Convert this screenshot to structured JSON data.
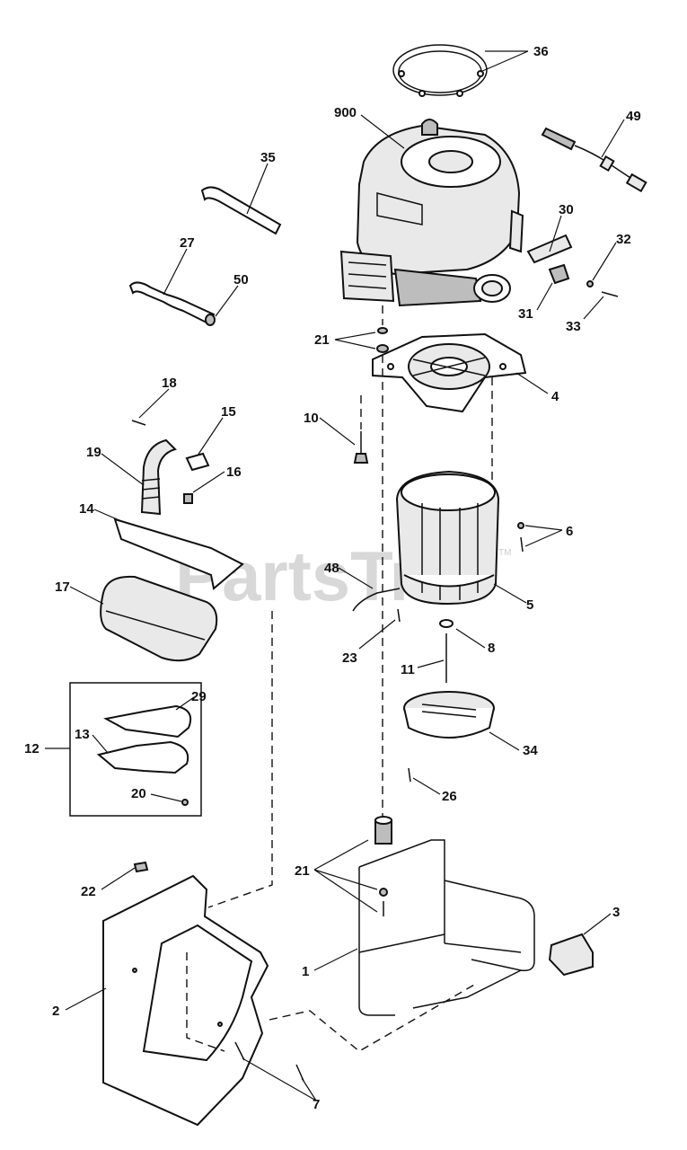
{
  "watermark": {
    "text": "PartsTree",
    "trademark": "TM"
  },
  "callouts": {
    "c36": "36",
    "c900": "900",
    "c49": "49",
    "c35": "35",
    "c30": "30",
    "c32": "32",
    "c27": "27",
    "c50": "50",
    "c31": "31",
    "c33": "33",
    "c21a": "21",
    "c4": "4",
    "c18": "18",
    "c15": "15",
    "c10": "10",
    "c19": "19",
    "c16": "16",
    "c14": "14",
    "c6": "6",
    "c48": "48",
    "c17": "17",
    "c5": "5",
    "c23": "23",
    "c8": "8",
    "c11": "11",
    "c29": "29",
    "c13": "13",
    "c12": "12",
    "c34": "34",
    "c20": "20",
    "c26": "26",
    "c21b": "21",
    "c22": "22",
    "c3": "3",
    "c1": "1",
    "c2": "2",
    "c7": "7"
  },
  "colors": {
    "line": "#111111",
    "watermark": "#d8d8d8",
    "shade": "#bdbdbd"
  }
}
